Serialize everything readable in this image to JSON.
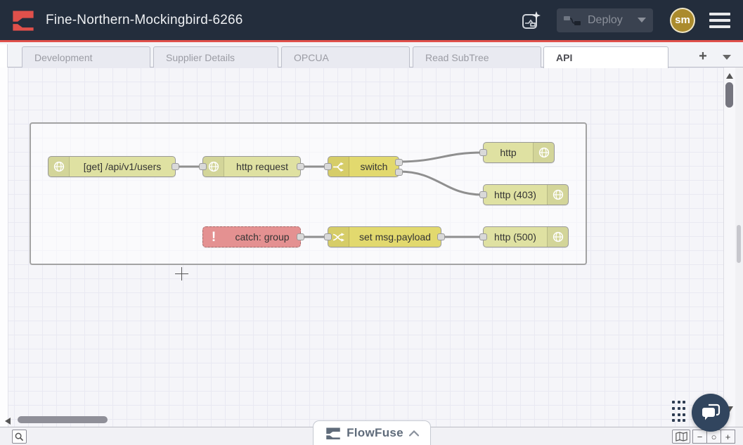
{
  "header": {
    "title": "Fine-Northern-Mockingbird-6266",
    "deploy_label": "Deploy",
    "avatar_initials": "sm"
  },
  "tabs": {
    "items": [
      {
        "label": "Development",
        "active": false
      },
      {
        "label": "Supplier Details",
        "active": false
      },
      {
        "label": "OPCUA",
        "active": false
      },
      {
        "label": "Read SubTree",
        "active": false
      },
      {
        "label": "API",
        "active": true
      }
    ],
    "add_label": "+"
  },
  "flow": {
    "nodes": [
      {
        "type": "http in",
        "label": "[get] /api/v1/users"
      },
      {
        "type": "http request",
        "label": "http request"
      },
      {
        "type": "switch",
        "label": "switch"
      },
      {
        "type": "http response",
        "label": "http"
      },
      {
        "type": "http response",
        "label": "http (403)"
      },
      {
        "type": "catch",
        "label": "catch: group"
      },
      {
        "type": "change",
        "label": "set msg.payload"
      },
      {
        "type": "http response",
        "label": "http (500)"
      }
    ],
    "catch_icon_glyph": "!"
  },
  "footer_controls": {
    "zoom_out_label": "−",
    "zoom_reset_label": "○",
    "zoom_in_label": "+"
  },
  "banner": {
    "label": "FlowFuse"
  },
  "colors": {
    "header_bg": "#232d3c",
    "accent_red": "#e0504b",
    "node_http": "#dfe1a2",
    "node_yellow": "#e2d96e",
    "node_catch": "#e49191",
    "avatar_bg": "#ab8b2d",
    "chat_bg": "#31455e",
    "banner_fg": "#5f6b7a"
  }
}
